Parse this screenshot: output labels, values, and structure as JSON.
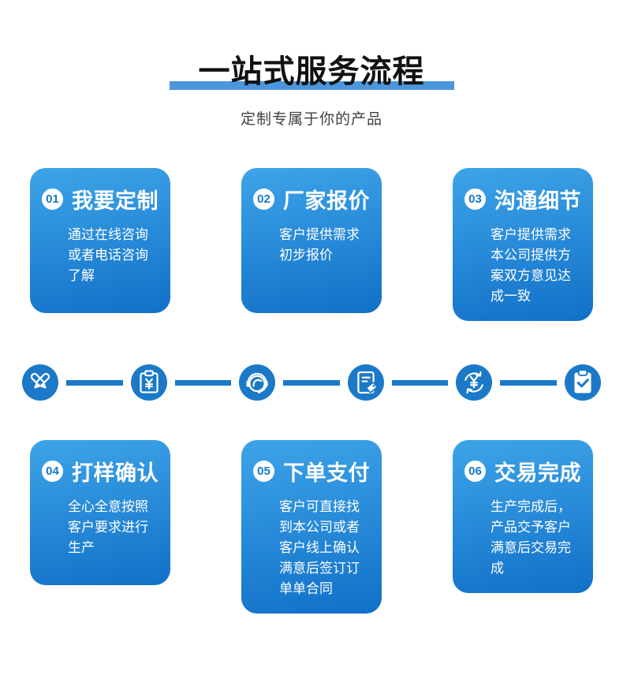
{
  "header": {
    "title": "一站式服务流程",
    "subtitle": "定制专属于你的产品"
  },
  "steps": [
    {
      "num": "01",
      "title": "我要定制",
      "desc": "通过在线咨询或者电话咨询了解",
      "icon": "design-pens-icon"
    },
    {
      "num": "02",
      "title": "厂家报价",
      "desc": "客户提供需求初步报价",
      "icon": "price-quote-icon"
    },
    {
      "num": "03",
      "title": "沟通细节",
      "desc": "客户提供需求本公司提供方案双方意见达成一致",
      "icon": "customer-service-icon"
    },
    {
      "num": "04",
      "title": "打样确认",
      "desc": "全心全意按照客户要求进行生产",
      "icon": "sample-tag-icon"
    },
    {
      "num": "05",
      "title": "下单支付",
      "desc": "客户可直接找到本公司或者客户线上确认满意后签订订单单合同",
      "icon": "payment-cycle-icon"
    },
    {
      "num": "06",
      "title": "交易完成",
      "desc": "生产完成后，产品交予客户满意后交易完成",
      "icon": "complete-check-icon"
    }
  ],
  "colors": {
    "accent": "#1b79c8",
    "underline": "#4a97dc",
    "card_top": "#3ea4e8",
    "card_bottom": "#1170c8",
    "badge_text": "#1478cc",
    "title_color": "#111111",
    "subtitle_color": "#404040"
  }
}
